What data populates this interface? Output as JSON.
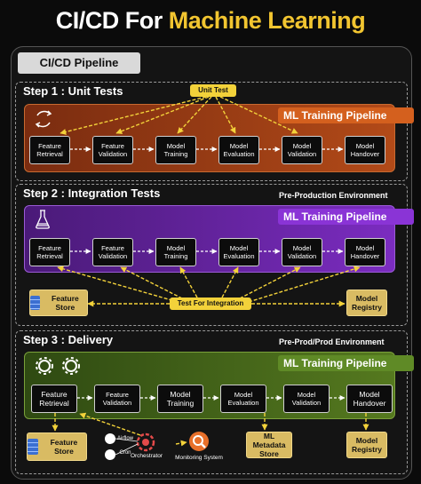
{
  "title": {
    "part1": "CI/CD For",
    "part2": "Machine Learning"
  },
  "pipeline_label": "CI/CD Pipeline",
  "steps": [
    {
      "title": "Step 1 : Unit Tests",
      "band_title": "ML Training Pipeline",
      "tag": "Unit Test",
      "nodes": [
        "Feature Retrieval",
        "Feature Validation",
        "Model Training",
        "Model Evaluation",
        "Model Validation",
        "Model Handover"
      ]
    },
    {
      "title": "Step 2 : Integration Tests",
      "env": "Pre-Production Environment",
      "band_title": "ML Training Pipeline",
      "tag": "Test For Integration",
      "nodes": [
        "Feature Retrieval",
        "Feature Validation",
        "Model Training",
        "Model Evaluation",
        "Model Validation",
        "Model Handover"
      ],
      "left_store": "Feature Store",
      "right_store": "Model Registry"
    },
    {
      "title": "Step 3 : Delivery",
      "env": "Pre-Prod/Prod Environment",
      "band_title": "ML Training Pipeline",
      "nodes": [
        "Feature Retrieval",
        "Feature Validation",
        "Model Training",
        "Model Evaluation",
        "Model Validation",
        "Model Handover"
      ],
      "left_store": "Feature Store",
      "metadata_store": "ML Metadata Store",
      "right_store": "Model Registry",
      "orchestrator": "Orchestrator",
      "orchestrator_small1": "Airflow",
      "orchestrator_small2": "Cron",
      "monitoring": "Monitoring System"
    }
  ],
  "colors": {
    "step1": "#b24a18",
    "step2": "#7b2cc0",
    "step3": "#55791f",
    "accent": "#f3d23a"
  },
  "icons": [
    "refresh-cycle-icon",
    "flask-icon",
    "gears-icon",
    "database-icon",
    "orchestrator-icon",
    "monitoring-icon"
  ]
}
